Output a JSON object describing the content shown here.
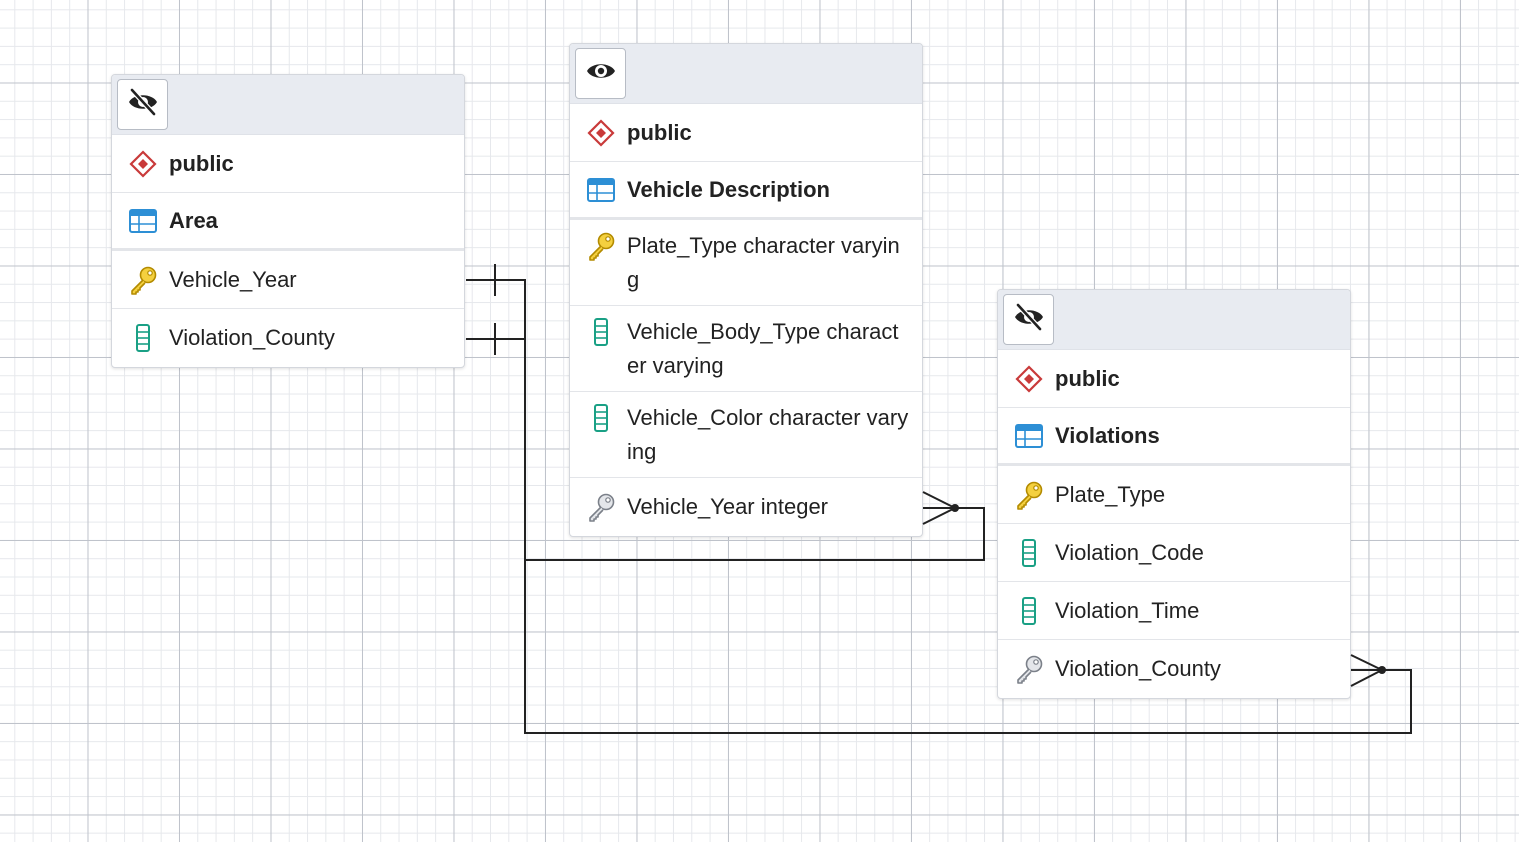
{
  "colors": {
    "schema_icon": "#c93a3a",
    "table_icon": "#2d8fd5",
    "pk_key": "#e7b800",
    "column_icon": "#1aa085",
    "fk_key": "#8a8f97",
    "link": "#222222"
  },
  "tables": [
    {
      "id": "area",
      "visibility_icon": "eye-slash-icon",
      "schema": "public",
      "name": "Area",
      "columns": [
        {
          "text": "Vehicle_Year",
          "icon": "primary-key-icon"
        },
        {
          "text": "Violation_County",
          "icon": "column-icon"
        }
      ]
    },
    {
      "id": "vehicle_description",
      "visibility_icon": "eye-icon",
      "schema": "public",
      "name": "Vehicle Description",
      "columns": [
        {
          "text": "Plate_Type character varying",
          "icon": "primary-key-icon"
        },
        {
          "text": "Vehicle_Body_Type character varying",
          "icon": "column-icon"
        },
        {
          "text": "Vehicle_Color character varying",
          "icon": "column-icon"
        },
        {
          "text": "Vehicle_Year integer",
          "icon": "foreign-key-icon"
        }
      ]
    },
    {
      "id": "violations",
      "visibility_icon": "eye-slash-icon",
      "schema": "public",
      "name": "Violations",
      "columns": [
        {
          "text": "Plate_Type",
          "icon": "primary-key-icon"
        },
        {
          "text": "Violation_Code",
          "icon": "column-icon"
        },
        {
          "text": "Violation_Time",
          "icon": "column-icon"
        },
        {
          "text": "Violation_County",
          "icon": "foreign-key-icon"
        }
      ]
    }
  ],
  "relationships": [
    {
      "from_table": "Area",
      "from_column": "Vehicle_Year",
      "from_cardinality": "one",
      "to_table": "Vehicle Description",
      "to_column": "Vehicle_Year integer",
      "to_cardinality": "many"
    },
    {
      "from_table": "Area",
      "from_column": "Violation_County",
      "from_cardinality": "one",
      "to_table": "Violations",
      "to_column": "Violation_County",
      "to_cardinality": "many"
    }
  ]
}
